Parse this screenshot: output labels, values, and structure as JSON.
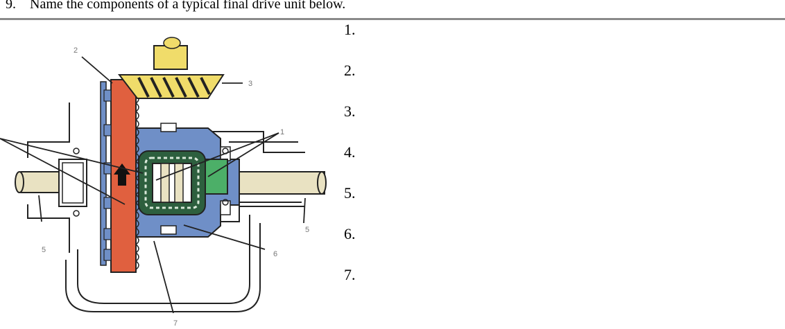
{
  "question": {
    "number": "9.",
    "text": "Name the components of a typical final drive unit below."
  },
  "answers": [
    "1.",
    "2.",
    "3.",
    "4.",
    "5.",
    "6.",
    "7."
  ],
  "diagram": {
    "callouts": [
      "1",
      "2",
      "3",
      "5",
      "5",
      "6",
      "7"
    ],
    "colors": {
      "crown_wheel": "#e0603f",
      "pinion": "#f0dc6a",
      "housing": "#6f8fc7",
      "side_gear": "#4caf68",
      "axle": "#e9e2c2",
      "outline": "#222222"
    }
  }
}
